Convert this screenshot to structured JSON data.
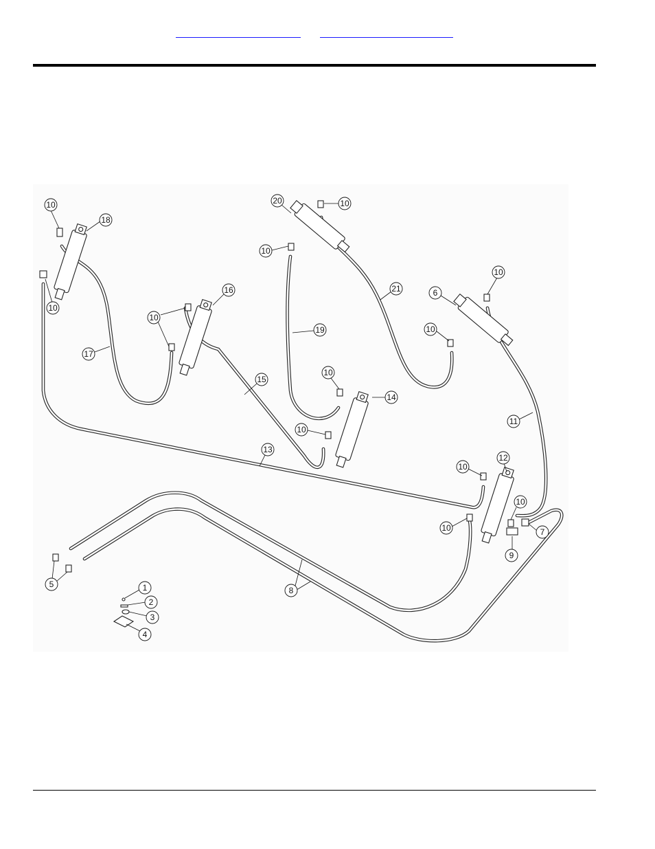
{
  "header": {
    "link_left": "",
    "link_right": ""
  },
  "diagram": {
    "callouts": [
      {
        "id": "c1",
        "label": "1"
      },
      {
        "id": "c2",
        "label": "2"
      },
      {
        "id": "c3",
        "label": "3"
      },
      {
        "id": "c4",
        "label": "4"
      },
      {
        "id": "c5",
        "label": "5"
      },
      {
        "id": "c6",
        "label": "6"
      },
      {
        "id": "c7",
        "label": "7"
      },
      {
        "id": "c8",
        "label": "8"
      },
      {
        "id": "c9",
        "label": "9"
      },
      {
        "id": "c10",
        "label": "10"
      },
      {
        "id": "c11",
        "label": "11"
      },
      {
        "id": "c12",
        "label": "12"
      },
      {
        "id": "c13",
        "label": "13"
      },
      {
        "id": "c14",
        "label": "14"
      },
      {
        "id": "c15",
        "label": "15"
      },
      {
        "id": "c16",
        "label": "16"
      },
      {
        "id": "c17",
        "label": "17"
      },
      {
        "id": "c18",
        "label": "18"
      },
      {
        "id": "c19",
        "label": "19"
      },
      {
        "id": "c20",
        "label": "20"
      },
      {
        "id": "c21",
        "label": "21"
      }
    ]
  }
}
